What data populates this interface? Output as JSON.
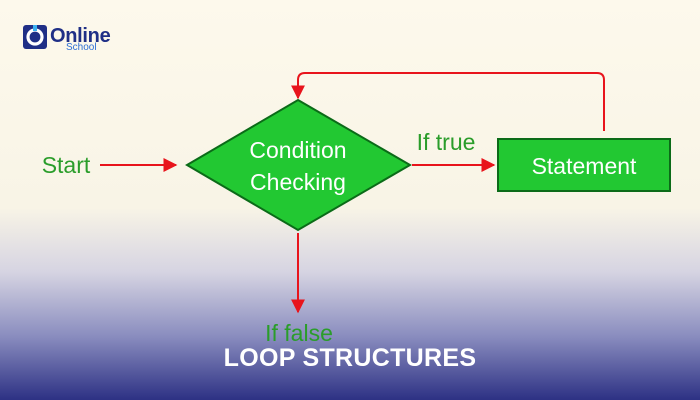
{
  "brand": {
    "tagline": "",
    "name": "Online",
    "sub": "School"
  },
  "diagram": {
    "start_label": "Start",
    "decision_label_line1": "Condition",
    "decision_label_line2": "Checking",
    "true_label": "If true",
    "false_label": "If false",
    "statement_label": "Statement"
  },
  "footer": {
    "title": "LOOP STRUCTURES"
  },
  "colors": {
    "shape_fill": "#22c832",
    "shape_stroke": "#0b6b18",
    "arrow": "#e8141c",
    "label_text": "#2a9d2a",
    "background_top": "#fdf8ea",
    "background_bottom": "#2d3184"
  }
}
